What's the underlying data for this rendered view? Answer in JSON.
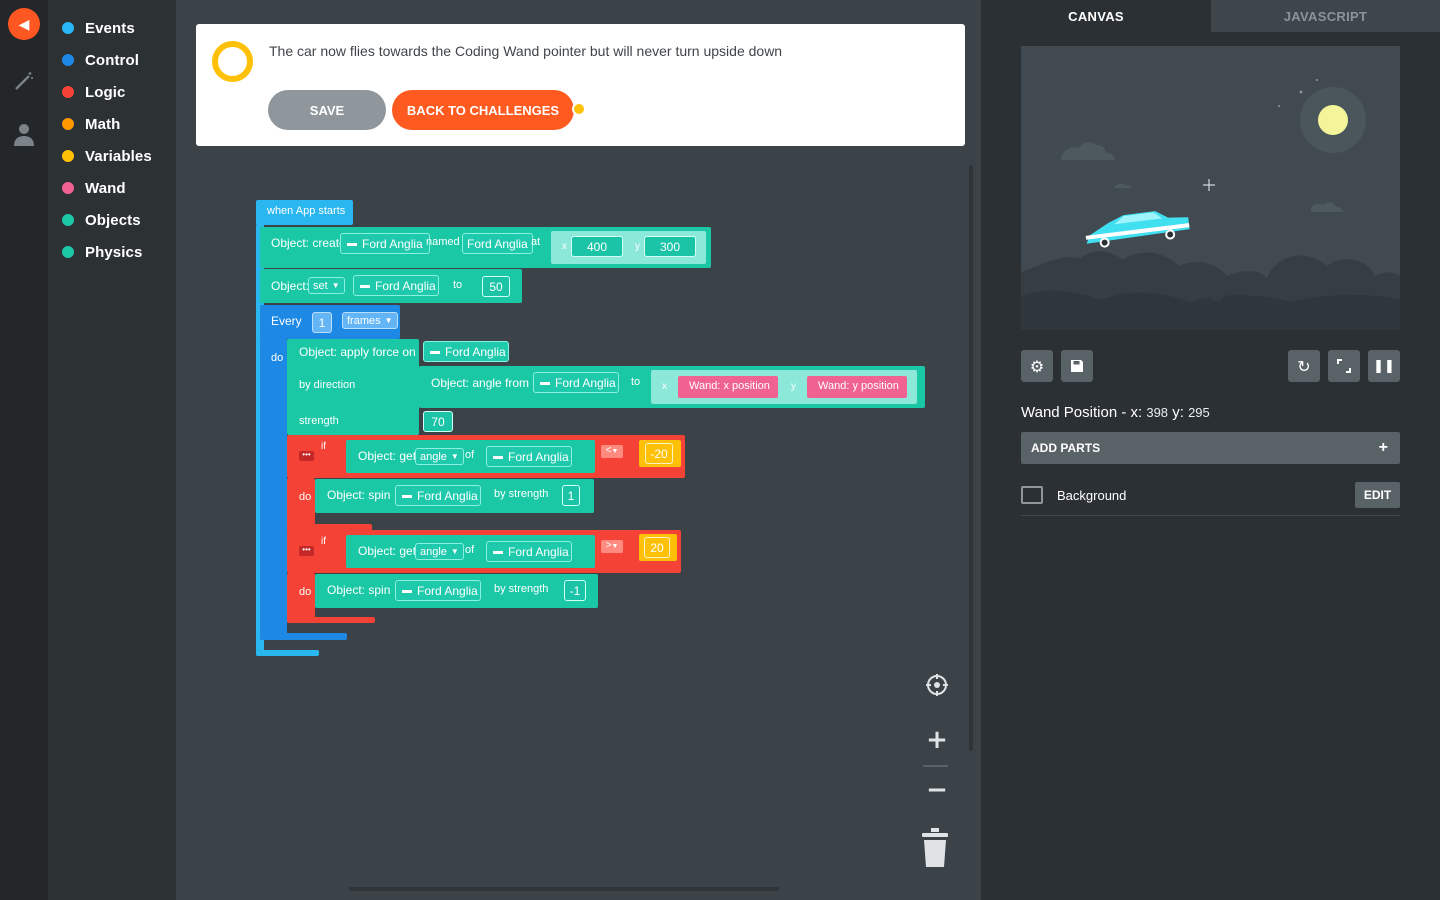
{
  "rail": {
    "back": "◀",
    "wand": "⁄",
    "profile": "●"
  },
  "categories": [
    {
      "label": "Events",
      "color": "#29b6f6"
    },
    {
      "label": "Control",
      "color": "#1e88e5"
    },
    {
      "label": "Logic",
      "color": "#f44336"
    },
    {
      "label": "Math",
      "color": "#ff9800"
    },
    {
      "label": "Variables",
      "color": "#ffc107"
    },
    {
      "label": "Wand",
      "color": "#f06292"
    },
    {
      "label": "Objects",
      "color": "#1bc8a6"
    },
    {
      "label": "Physics",
      "color": "#1bc8a6"
    }
  ],
  "banner": {
    "message": "The car now flies towards the Coding Wand pointer but will never turn upside down",
    "save": "SAVE",
    "back": "BACK TO CHALLENGES"
  },
  "blocks": {
    "when": "when App starts",
    "create": {
      "label": "Object: create",
      "obj": "Ford Anglia",
      "named": "named",
      "name": "Ford Anglia",
      "at": "at",
      "x_label": "x",
      "x": "400",
      "y_label": "y",
      "y": "300"
    },
    "set": {
      "label": "Object:",
      "prop": "set",
      "obj": "Ford Anglia",
      "to": "to",
      "val": "50"
    },
    "every": {
      "label": "Every",
      "n": "1",
      "unit": "frames",
      "do": "do"
    },
    "force": {
      "label": "Object: apply force on",
      "obj": "Ford Anglia",
      "dir": "by direction",
      "angle_from": "Object: angle from",
      "from_obj": "Ford Anglia",
      "to": "to",
      "x_label": "x",
      "wand_x": "Wand: x position",
      "y_label": "y",
      "wand_y": "Wand: y position",
      "strength": "strength",
      "strength_val": "70"
    },
    "if1": {
      "if": "if",
      "get": "Object: get",
      "prop": "angle",
      "of": "of",
      "obj": "Ford Anglia",
      "op": "<",
      "val": "-20",
      "do": "do",
      "spin": "Object: spin",
      "spin_obj": "Ford Anglia",
      "by": "by strength",
      "spin_val": "1"
    },
    "if2": {
      "if": "if",
      "get": "Object: get",
      "prop": "angle",
      "of": "of",
      "obj": "Ford Anglia",
      "op": ">",
      "val": "20",
      "do": "do",
      "spin": "Object: spin",
      "spin_obj": "Ford Anglia",
      "by": "by strength",
      "spin_val": "-1"
    }
  },
  "workspace_controls": {
    "recenter": "⊕",
    "zoom_in": "+",
    "zoom_out": "−",
    "trash": "🗑"
  },
  "right": {
    "tab_canvas": "CANVAS",
    "tab_js": "JAVASCRIPT",
    "wand_label": "Wand Position - x:",
    "wand_x": "398",
    "wand_y_label": "y:",
    "wand_y": "295",
    "add_parts": "ADD PARTS",
    "add_plus": "+",
    "background": "Background",
    "edit": "EDIT",
    "icons": {
      "settings": "⚙",
      "save": "▣",
      "restart": "↻",
      "fullscreen": "⤡",
      "pause": "❚❚"
    }
  },
  "colors": {
    "accent": "#ff5722",
    "objects": "#1bc8a6",
    "logic": "#f44336",
    "control": "#1e88e5",
    "wand": "#f06292",
    "math": "#ffc107"
  }
}
